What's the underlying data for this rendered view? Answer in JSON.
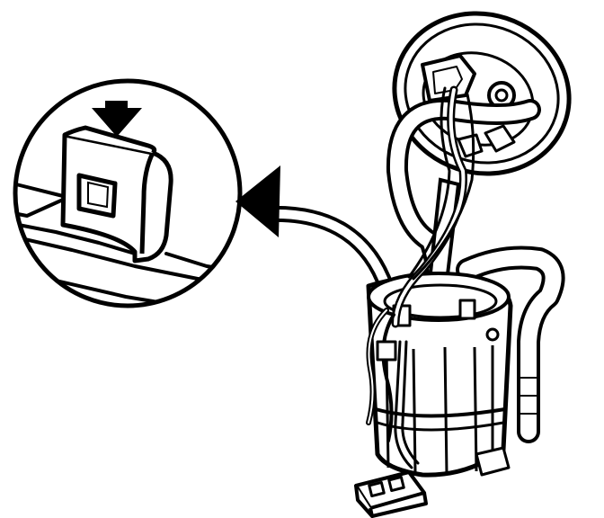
{
  "diagram": {
    "style": "black line art on white",
    "colors": {
      "line": "#000000",
      "background": "#ffffff"
    },
    "components": [
      "detail-magnifier-circle",
      "push-down-arrow-icon",
      "release-tab",
      "curved-callout-arrow",
      "fuel-pump-module",
      "pump-module-flange",
      "fuel-hose",
      "wiring-harness",
      "electrical-connector"
    ]
  }
}
